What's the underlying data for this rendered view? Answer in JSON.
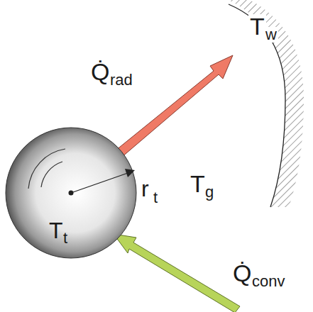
{
  "diagram": {
    "nodes": [
      {
        "text": [
          "T",
          "t"
        ]
      }
    ],
    "labels": [
      "r",
      "t",
      "T",
      "g",
      "T",
      "w",
      "Q̇",
      "rad",
      "Q̇",
      "conv"
    ]
  }
}
